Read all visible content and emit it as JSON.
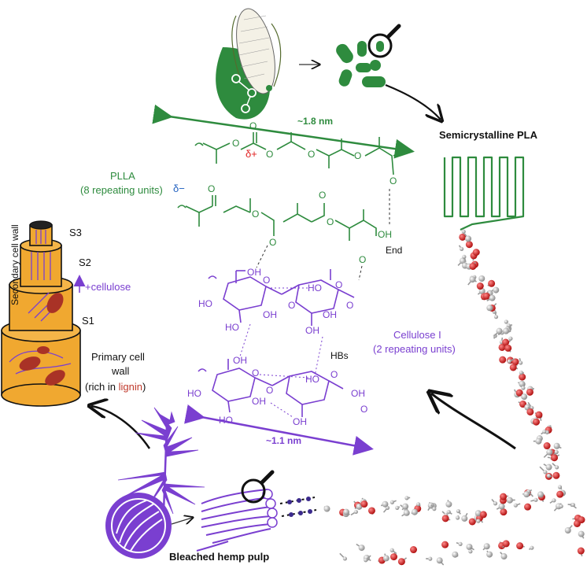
{
  "labels": {
    "semicrystalline_pla": "Semicrystalline PLA",
    "plla_name": "PLLA",
    "plla_units": "(8 repeating units)",
    "length_plla": "~1.8 nm",
    "delta_plus": "δ+",
    "delta_minus": "δ−",
    "end": "End",
    "hbs": "HBs",
    "cellulose_name": "Cellulose I",
    "cellulose_units": "(2 repeating units)",
    "length_cellulose": "~1.1 nm",
    "bleached_hemp_pulp": "Bleached hemp pulp",
    "s3": "S3",
    "s2": "S2",
    "s1": "S1",
    "plus_cellulose": "+cellulose",
    "secondary_cell_wall": "Secondary cell wall",
    "primary_line1": "Primary cell",
    "primary_line2": "wall",
    "rich_in_prefix": "(rich in ",
    "rich_in_word": "lignin",
    "rich_in_suffix": ")"
  },
  "atoms": {
    "o": "O",
    "oh": "OH",
    "ho": "HO"
  },
  "colors": {
    "plla_green": "#2e8b3e",
    "cellulose_purple": "#7a3fd0",
    "lignin_red": "#c0392b",
    "delta_plus_red": "#e02020",
    "delta_minus_blue": "#1f5fbf",
    "cell_wall_orange": "#f0a830",
    "atom_red": "#d62828",
    "atom_grey": "#a0a0a0"
  },
  "icons": [
    "corn-icon",
    "bacteria-magnifier-icon",
    "hemp-plant-icon",
    "hemp-fiber-icon",
    "pulp-fibril-icon",
    "cell-wall-icon",
    "molecular-chain-icon"
  ]
}
